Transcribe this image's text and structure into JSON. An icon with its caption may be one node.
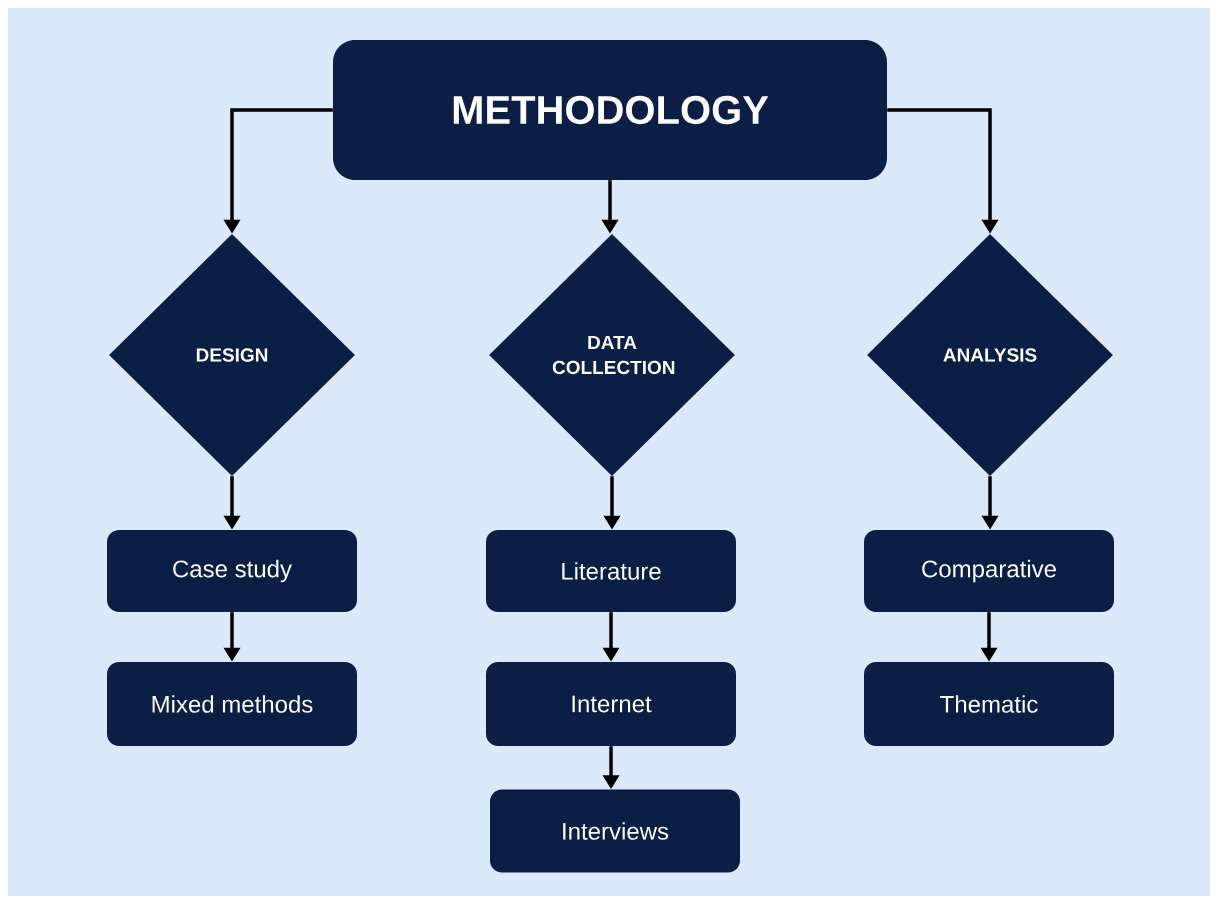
{
  "diagram": {
    "nodes": [
      {
        "text": [
          "METHODOLOGY"
        ]
      },
      {
        "text": [
          "DESIGN"
        ]
      },
      {
        "text": [
          "DATA COLLECTION"
        ]
      },
      {
        "text": [
          "ANALYSIS"
        ]
      },
      {
        "text": [
          "Case study"
        ]
      },
      {
        "text": [
          "Mixed methods"
        ]
      },
      {
        "text": [
          "Literature"
        ]
      },
      {
        "text": [
          "Internet"
        ]
      },
      {
        "text": [
          "Interviews"
        ]
      },
      {
        "text": [
          "Comparative"
        ]
      },
      {
        "text": [
          "Thematic"
        ]
      }
    ],
    "edges": [
      {
        "from": 0,
        "to": 1,
        "arrow": "to"
      },
      {
        "from": 0,
        "to": 2,
        "arrow": "to"
      },
      {
        "from": 0,
        "to": 3,
        "arrow": "to"
      },
      {
        "from": 1,
        "to": 4,
        "arrow": "to"
      },
      {
        "from": 4,
        "to": 5,
        "arrow": "to"
      },
      {
        "from": 2,
        "to": 6,
        "arrow": "to"
      },
      {
        "from": 6,
        "to": 7,
        "arrow": "to"
      },
      {
        "from": 7,
        "to": 8,
        "arrow": "to"
      },
      {
        "from": 3,
        "to": 9,
        "arrow": "to"
      },
      {
        "from": 9,
        "to": 10,
        "arrow": "to"
      }
    ]
  }
}
